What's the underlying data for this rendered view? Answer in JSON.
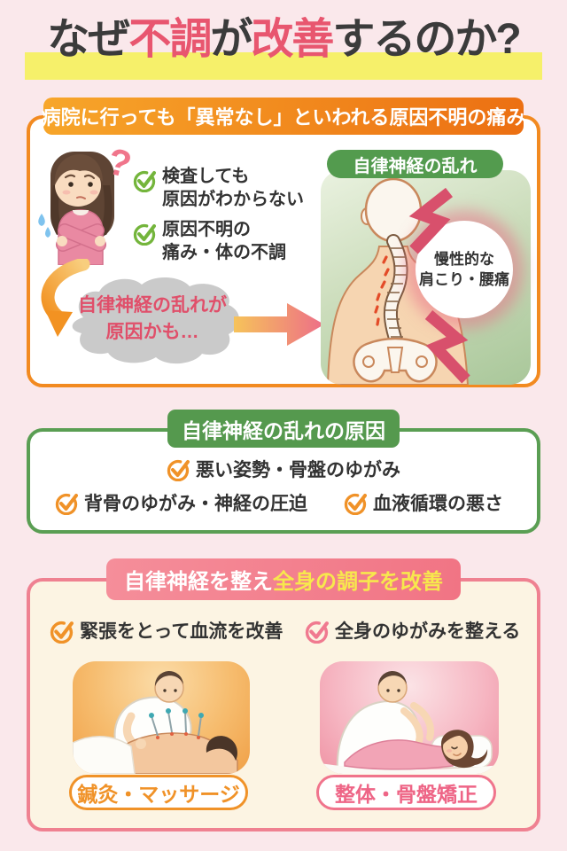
{
  "colors": {
    "page_bg": "#FAE8EB",
    "accent_pink": "#E8566F",
    "highlight_yellow": "#F6F06A",
    "orange": "#F28A20",
    "green": "#55994E",
    "pink": "#F0748C",
    "cream": "#FCF4E3"
  },
  "title": {
    "seg1": "なぜ",
    "seg2": "不調",
    "seg3": "が",
    "seg4": "改善",
    "seg5": "するのか?"
  },
  "section1": {
    "header": "病院に行っても「異常なし」といわれる原因不明の痛み",
    "question_mark": "?",
    "checks": [
      {
        "line1": "検査しても",
        "line2": "原因がわからない"
      },
      {
        "line1": "原因不明の",
        "line2": "痛み・体の不調"
      }
    ],
    "blob_line1": "自律神経の乱れが",
    "blob_line2": "原因かも…",
    "panel_label": "自律神経の乱れ",
    "pain_line1": "慢性的な",
    "pain_line2": "肩こり・腰痛"
  },
  "section2": {
    "label": "自律神経の乱れの原因",
    "item1": "悪い姿勢・骨盤のゆがみ",
    "item2": "背骨のゆがみ・神経の圧迫",
    "item3": "血液循環の悪さ"
  },
  "section3": {
    "label_white": "自律神経を整え",
    "label_yellow": "全身の調子を改善",
    "item1": "緊張をとって血流を改善",
    "item2": "全身のゆがみを整える",
    "card1_label": "鍼灸・マッサージ",
    "card2_label": "整体・骨盤矯正"
  }
}
